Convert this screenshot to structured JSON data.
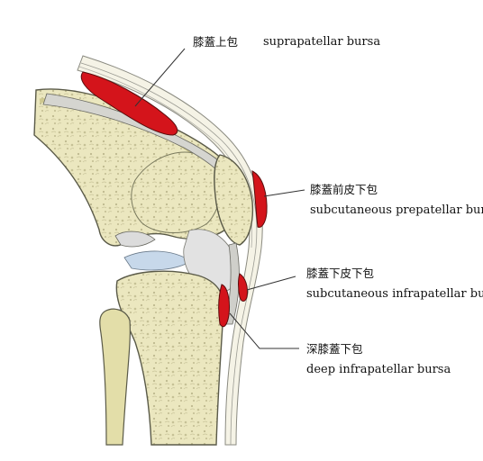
{
  "labels": {
    "suprapatellar": {
      "zh": "膝蓋上包",
      "en": "suprapatellar bursa"
    },
    "prepatellar": {
      "zh": "膝蓋前皮下包",
      "en": "subcutaneous prepatellar bursa"
    },
    "infrapatellar_sub": {
      "zh": "膝蓋下皮下包",
      "en": "subcutaneous infrapatellar bursa"
    },
    "infrapatellar_deep": {
      "zh": "深膝蓋下包",
      "en": "deep infrapatellar bursa"
    }
  },
  "colors": {
    "bursa_red": "#d4141b",
    "bone_fill": "#ece8c2",
    "bone_stroke": "#5a5a48",
    "cortex": "#d8d29a",
    "cartilage_blue": "#c7d8ea",
    "soft_tissue": "#f1eed6",
    "fat_pad": "#dcdcdc"
  }
}
